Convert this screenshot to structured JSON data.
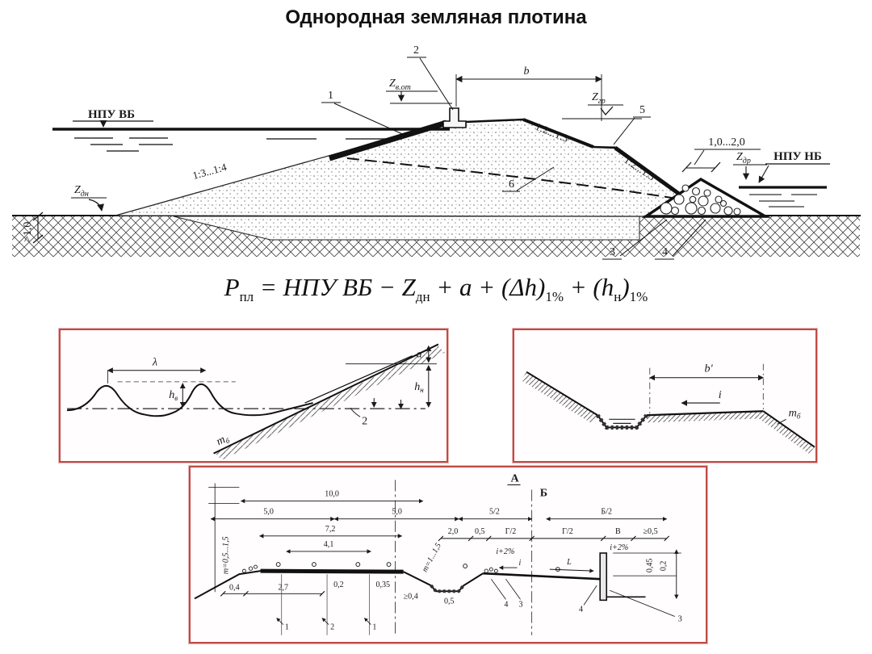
{
  "title": "Однородная земляная плотина",
  "colors": {
    "ink": "#1a1a1a",
    "box_border": "#bf4a47"
  },
  "main_diagram": {
    "water_upstream": "НПУ ВБ",
    "water_downstream": "НПУ НБ",
    "z_bottom": {
      "base": "Z",
      "sub": "дн"
    },
    "z_wave_wall": {
      "base": "Z",
      "sub": "в.от"
    },
    "z_berm": {
      "base": "Z",
      "sub": "гр"
    },
    "z_drain": {
      "base": "Z",
      "sub": "др"
    },
    "slope_upstream": "1:3...1:4",
    "slope_downstream_upper": "1:2...1:3",
    "slope_downstream_lower": "1:2...1:3",
    "crest_width": "b",
    "drain_prism_width": "1,0...2,0",
    "min_depth": ">1,0",
    "callouts": {
      "c1": "1",
      "c2": "2",
      "c3": "3",
      "c4": "4",
      "c5": "5",
      "c6": "6"
    }
  },
  "formula": {
    "lhs": {
      "base": "P",
      "sub": "пл"
    },
    "equals": "=",
    "term_npu": "НПУ ВБ",
    "minus": "−",
    "term_z": {
      "base": "Z",
      "sub": "дн"
    },
    "plus1": "+",
    "term_a": "a",
    "plus2": "+",
    "term_dh": {
      "body": "(Δh)",
      "sub": "1%"
    },
    "plus3": "+",
    "term_hn": {
      "open": "(",
      "base": "h",
      "sub": "н",
      "close": ")",
      "outer_sub": "1%"
    }
  },
  "wave_box": {
    "wavelength": "λ",
    "wave_height": {
      "base": "h",
      "sub": "в"
    },
    "freeboard": "a",
    "runup": {
      "base": "h",
      "sub": "н"
    },
    "slope_coeff": {
      "base": "m",
      "sub": "б"
    },
    "callout": "2"
  },
  "berm_box": {
    "berm_width": "b'",
    "gradient": "i",
    "slope_coeff": {
      "base": "m",
      "sub": "б"
    }
  },
  "road_box": {
    "marker_a": "А",
    "marker_b": "Б",
    "dim_10_0": "10,0",
    "dim_5_0_left": "5,0",
    "dim_5_0_right": "5,0",
    "dim_7_2": "7,2",
    "dim_4_1": "4,1",
    "dim_5_2": "5/2",
    "dim_b_2": "Б/2",
    "dim_2_0": "2,0",
    "dim_0_5": "0,5",
    "dim_g_2_left": "Г/2",
    "dim_g_2_right": "Г/2",
    "dim_v": "В",
    "dim_ge_0_5": "≥0,5",
    "grade_left": "i+2%",
    "grade_i": "i",
    "grade_l": "L",
    "grade_right": "i+2%",
    "dim_0_4": "0,4",
    "dim_2_7": "2,7",
    "dim_0_2": "0,2",
    "dim_0_35": "0,35",
    "dim_ge_0_4": "≥0,4",
    "dim_ditch_0_5": "0,5",
    "slope_left": "m=0,5...1,5",
    "slope_ditch": "m=1...1,5",
    "dim_wall_1": "0,45",
    "dim_wall_2": "0,2",
    "callout_1a": "1",
    "callout_2": "2",
    "callout_1b": "1",
    "callout_4a": "4",
    "callout_3a": "3",
    "callout_4b": "4",
    "callout_3b": "3"
  }
}
